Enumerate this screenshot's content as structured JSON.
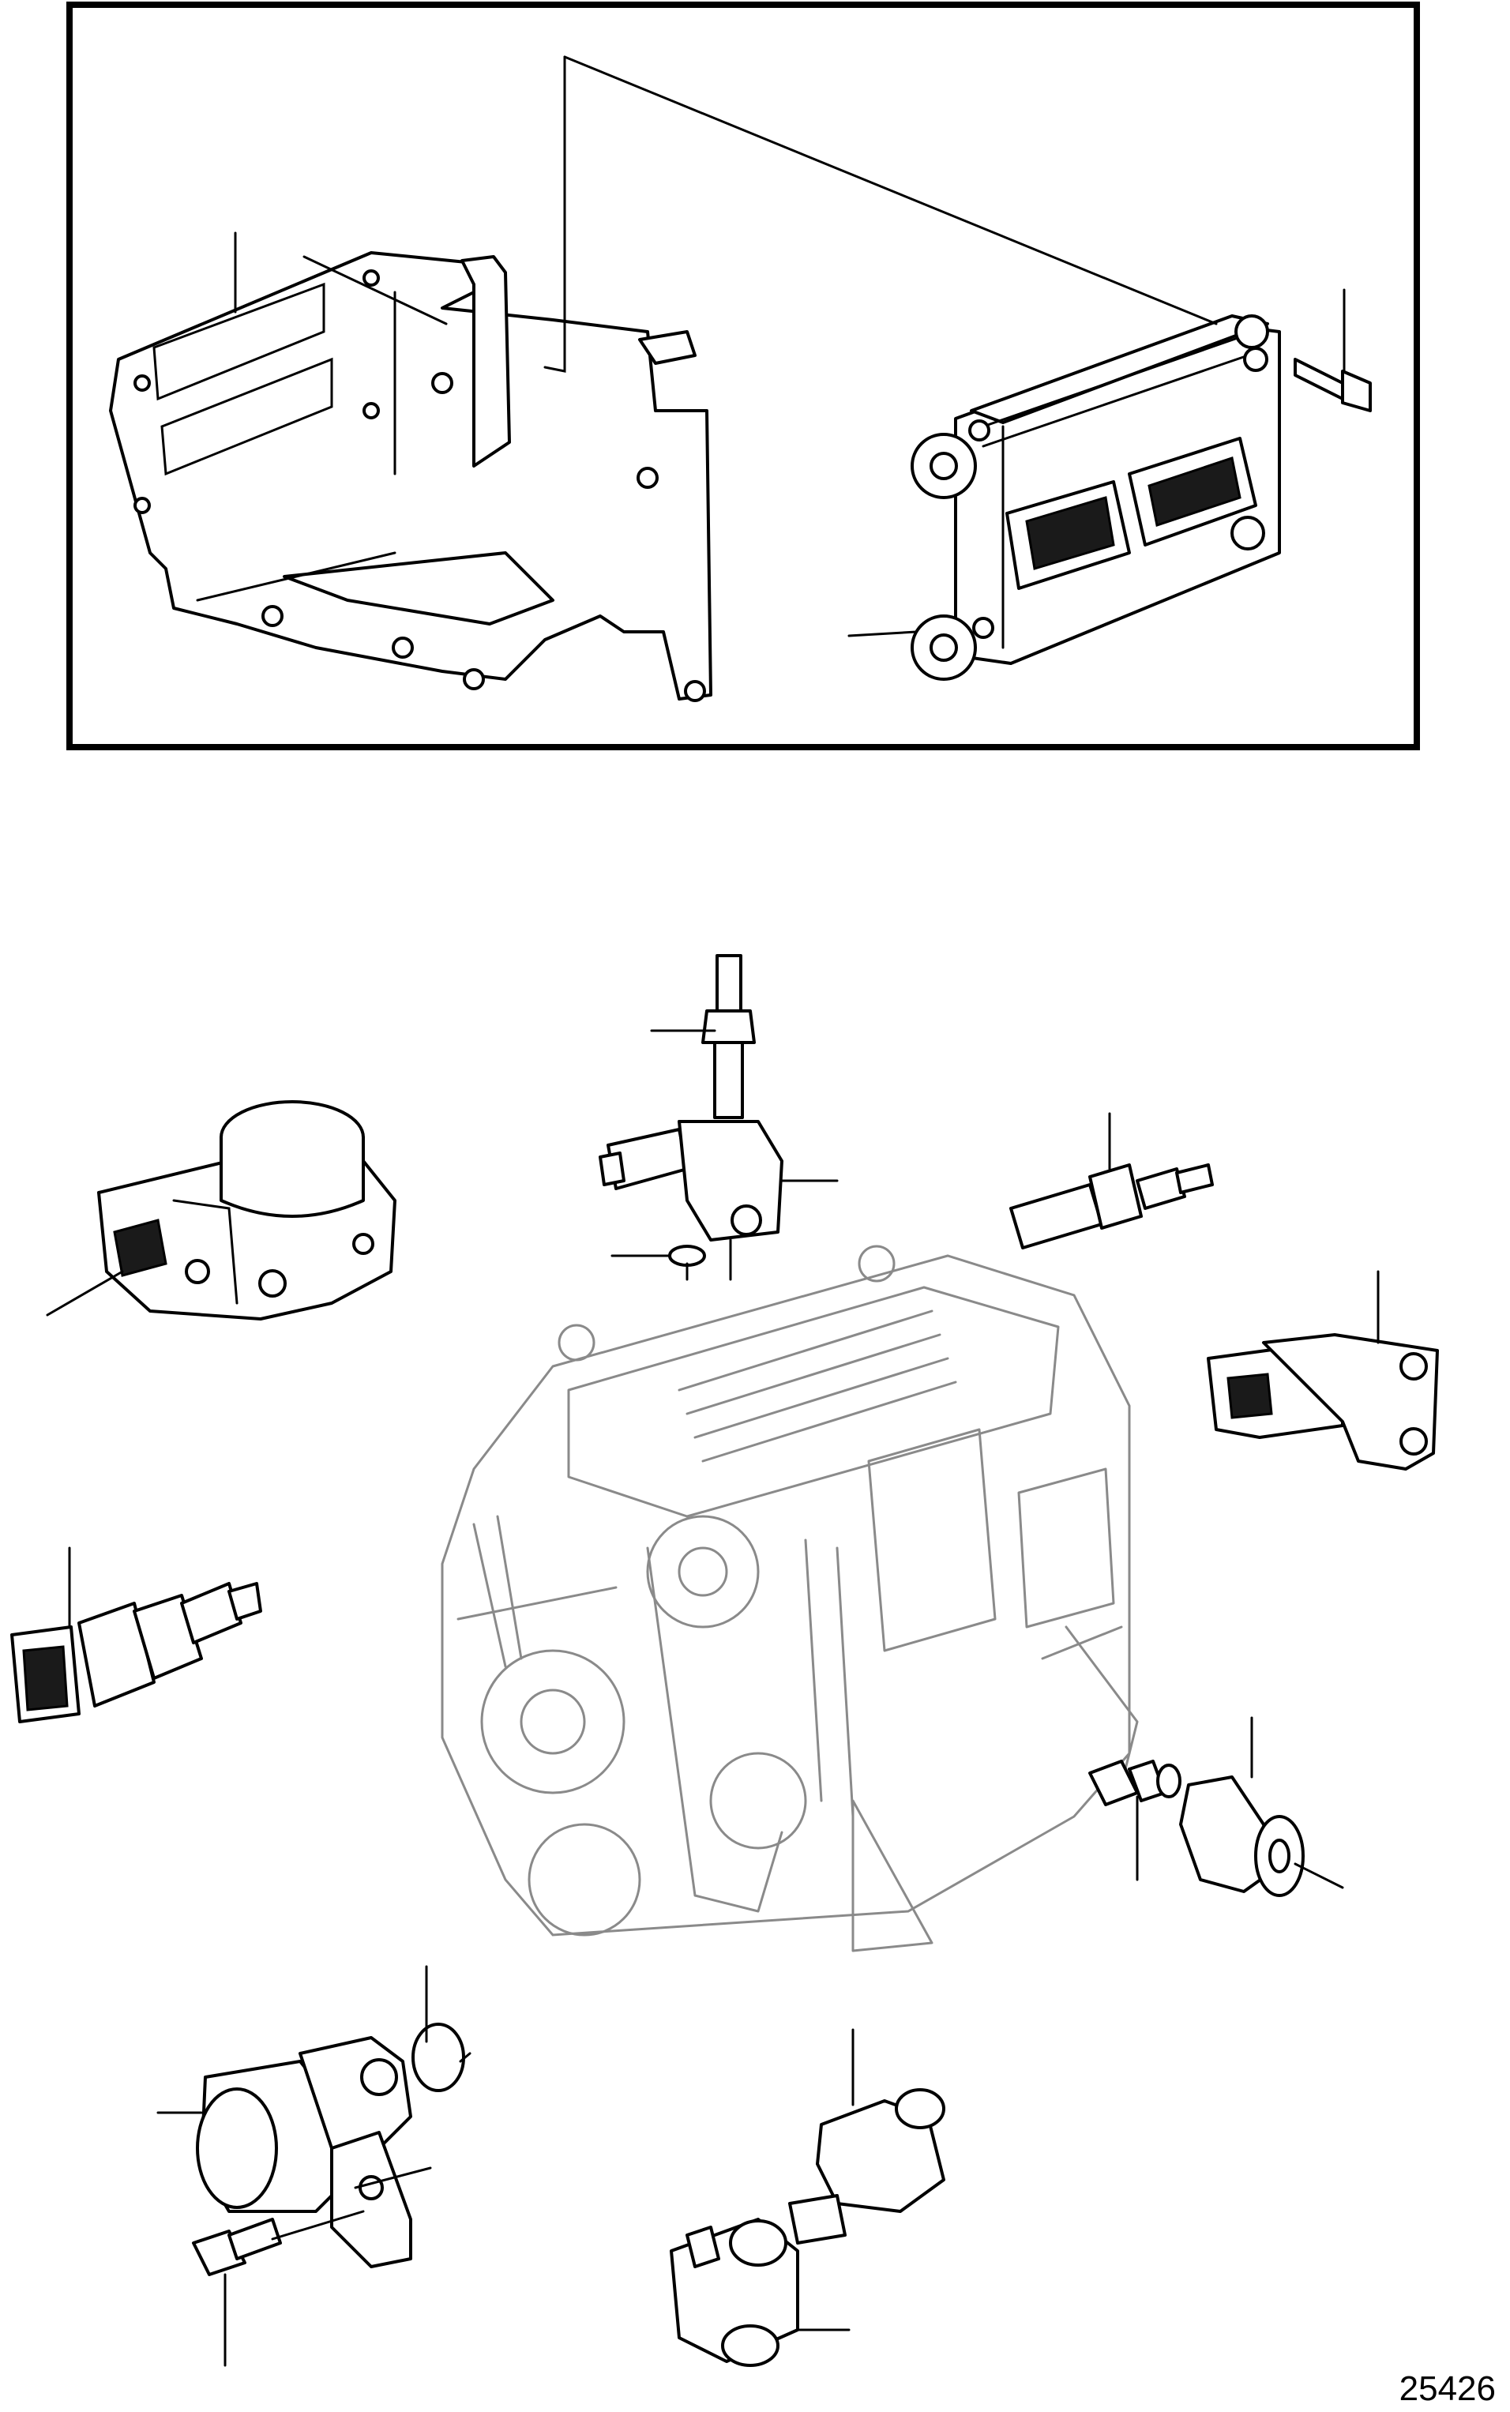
{
  "figure": {
    "number": "25426"
  },
  "colors": {
    "line": "#000000",
    "background": "#ffffff",
    "engine_outline": "#8a8a8a"
  },
  "icons": [
    "ecu-bracket",
    "ecu",
    "screw",
    "throttle-body",
    "camshaft-sensor",
    "stud-bolt",
    "o-ring",
    "temperature-sender",
    "knock-sensor",
    "coolant-temp-sensor",
    "oil-pressure-sensor",
    "engine-overview",
    "crankshaft-sensor",
    "pressure-sensor",
    "t-fitting"
  ]
}
